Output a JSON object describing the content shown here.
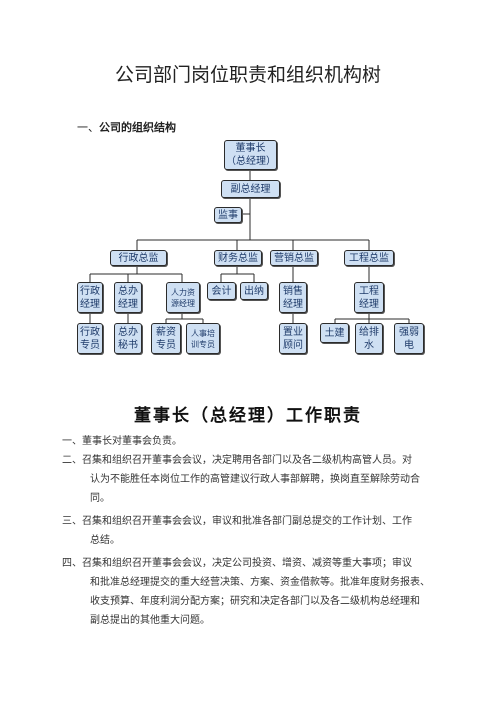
{
  "title": "公司部门岗位职责和组织机构树",
  "section": {
    "number": "一、",
    "text": "公司的组织结构"
  },
  "org": {
    "chairman": "董事长\n（总经理）",
    "vice_gm": "副总经理",
    "supervisor": "监事",
    "admin_director": "行政总监",
    "finance_director": "财务总监",
    "sales_director": "营销总监",
    "eng_director": "工程总监",
    "admin_manager": "行政\n经理",
    "general_office_manager": "总办\n经理",
    "hr_manager": "人力资\n源经理",
    "accountant": "会计",
    "cashier": "出纳",
    "sales_manager": "销售\n经理",
    "eng_manager": "工程\n经理",
    "admin_staff": "行政\n专员",
    "general_office_secretary": "总办\n秘书",
    "salary_specialist": "薪资\n专员",
    "hr_training_specialist": "人事培\n训专员",
    "property_consultant": "置业\n顾问",
    "civil_works": "土建",
    "plumbing": "给排\n水",
    "electrical": "强弱\n电"
  },
  "duty_title": "董事长（总经理）工作职责",
  "duties": [
    {
      "num": "一、",
      "lines": [
        "董事长对董事会负责。"
      ]
    },
    {
      "num": "二、",
      "lines": [
        "召集和组织召开董事会会议，决定聘用各部门以及各二级机构高管人员。对",
        "认为不能胜任本岗位工作的高管建议行政人事部解聘，换岗直至解除劳动合",
        "同。"
      ]
    },
    {
      "num": "三、",
      "lines": [
        "召集和组织召开董事会会议，审议和批准各部门副总提交的工作计划、工作",
        "总结。"
      ]
    },
    {
      "num": "四、",
      "lines": [
        "召集和组织召开董事会会议，决定公司投资、增资、减资等重大事项；审议",
        "和批准总经理提交的重大经营决策、方案、资金借款等。批准年度财务报表、",
        "收支预算、年度利润分配方案；研究和决定各部门以及各二级机构总经理和",
        "副总提出的其他重大问题。"
      ]
    }
  ]
}
